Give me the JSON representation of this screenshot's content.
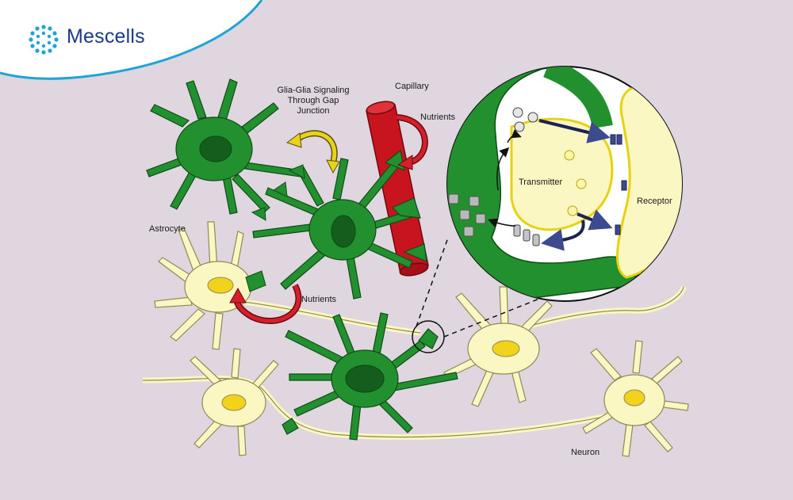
{
  "brand": {
    "name": "Mescells",
    "logo_icon": "dotted-ring-logo-icon"
  },
  "labels": {
    "glia_signaling_1": "Glia-Glia Signaling",
    "glia_signaling_2": "Through Gap",
    "glia_signaling_3": "Junction",
    "capillary": "Capillary",
    "nutrients_top": "Nutrients",
    "astrocyte": "Astrocyte",
    "nutrients_bottom": "Nutrients",
    "transmitter": "Transmitter",
    "receptor": "Receptor",
    "neuron": "Neuron"
  },
  "colors": {
    "background": "#e0d6e0",
    "astrocyte_green": "#22902f",
    "astrocyte_dark": "#145e1d",
    "neuron_yellow": "#fbf7c2",
    "nucleus_yellow": "#f2d21a",
    "capillary_red": "#c8141e",
    "signal_arrow": "#e9d21f",
    "receptor_blue": "#3d4a8f",
    "brand_blue": "#1b3a8a",
    "brand_cyan": "#20a3d6"
  }
}
